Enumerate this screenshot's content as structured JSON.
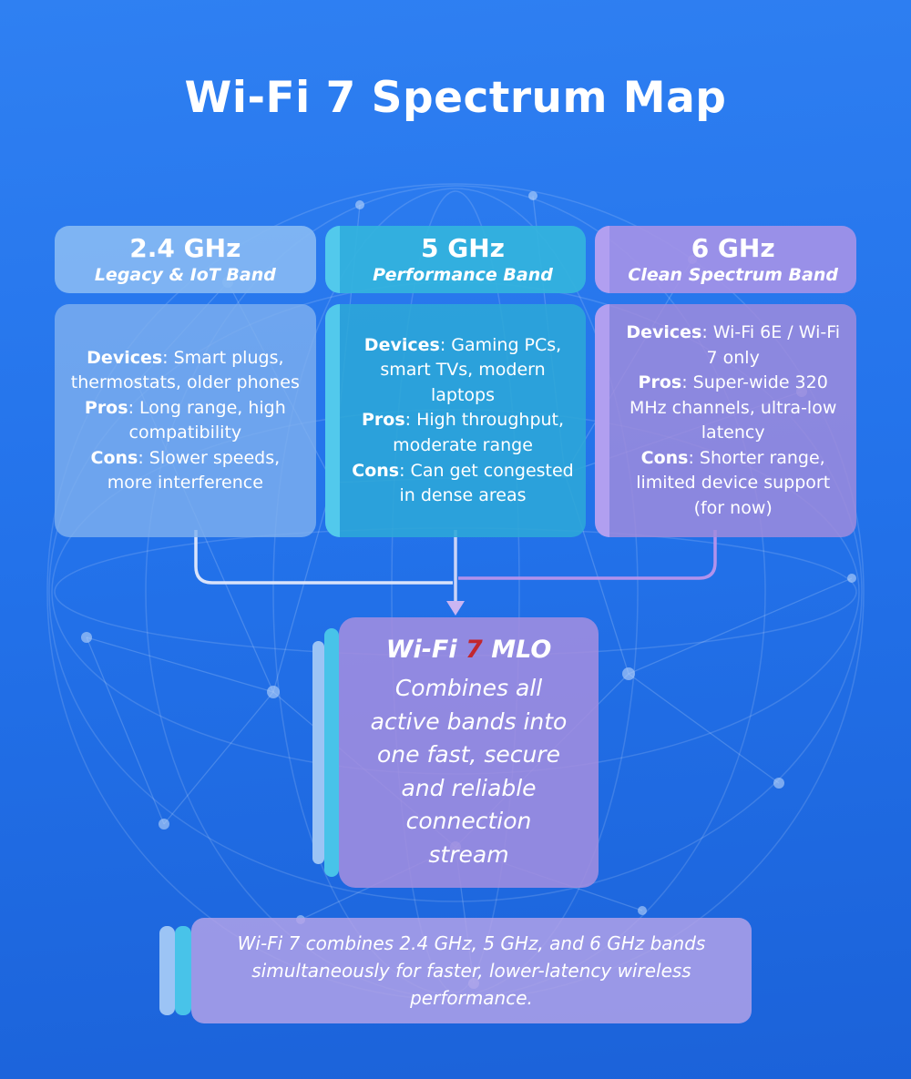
{
  "title": "Wi-Fi 7 Spectrum Map",
  "bands": [
    {
      "freq": "2.4 GHz",
      "band_name": "Legacy & IoT Band",
      "rows": [
        {
          "label": "Devices",
          "text": ": Smart plugs, thermostats, older phones"
        },
        {
          "label": "Pros",
          "text": ": Long range, high compatibility"
        },
        {
          "label": "Cons",
          "text": ": Slower speeds, more interference"
        }
      ]
    },
    {
      "freq": "5 GHz",
      "band_name": "Performance Band",
      "rows": [
        {
          "label": "Devices",
          "text": ": Gaming PCs, smart TVs, modern laptops"
        },
        {
          "label": "Pros",
          "text": ": High throughput, moderate range"
        },
        {
          "label": "Cons",
          "text": ": Can get congested in dense areas"
        }
      ]
    },
    {
      "freq": "6 GHz",
      "band_name": "Clean Spectrum Band",
      "rows": [
        {
          "label": "Devices",
          "text": ": Wi-Fi 6E / Wi-Fi 7 only"
        },
        {
          "label": "Pros",
          "text": ": Super-wide 320 MHz channels, ultra-low latency"
        },
        {
          "label": "Cons",
          "text": ": Shorter range, limited device support (for now)"
        }
      ]
    }
  ],
  "mlo": {
    "title_pre": "Wi-Fi ",
    "title_seven": "7",
    "title_post": " MLO",
    "body": "Combines all active bands into one fast, secure and reliable connection stream"
  },
  "footer": {
    "text": "Wi-Fi 7 combines 2.4 GHz, 5 GHz, and 6 GHz bands simultaneously for faster, lower-latency wireless performance."
  },
  "colors": {
    "bg-top": "#2f80f2",
    "bg-bottom": "#1b62d9",
    "band24-header": "#86b8f3",
    "band24-body": "#7fb0ef",
    "band5-header": "#33b2de",
    "band5-body": "#2ca7d8",
    "band5-strip": "#52c9ec",
    "band6-header": "#a392e7",
    "band6-body": "#a08cdc",
    "band6-strip": "#b19ff0",
    "mlo-body": "#a48edf",
    "footer-body": "#b3a2e8",
    "strip-cyan": "#48c3e9",
    "strip-blue": "#9cc4f5",
    "seven-red": "#c2272e"
  }
}
